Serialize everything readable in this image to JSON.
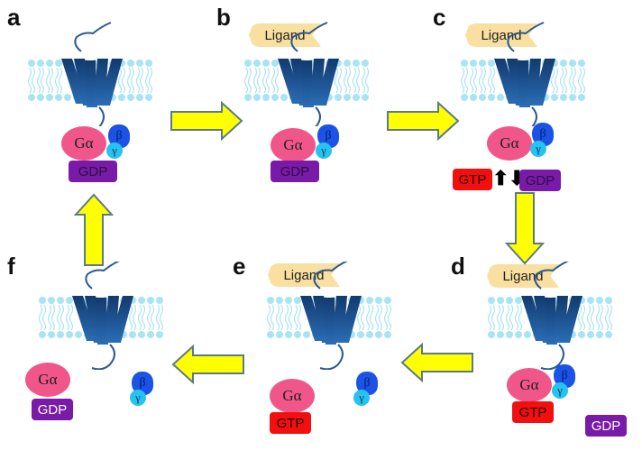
{
  "panels": [
    {
      "id": "a",
      "label": "a",
      "ga": "Gα",
      "nucleotide": "GDP",
      "beta": "β",
      "gamma": "γ"
    },
    {
      "id": "b",
      "label": "b",
      "ligand": "Ligand",
      "ga": "Gα",
      "nucleotide": "GDP",
      "beta": "β",
      "gamma": "γ"
    },
    {
      "id": "c",
      "label": "c",
      "ligand": "Ligand",
      "ga": "Gα",
      "gtp": "GTP",
      "gdp": "GDP",
      "beta": "β",
      "gamma": "γ",
      "up_arrow": "⬆",
      "down_arrow": "⬇"
    },
    {
      "id": "d",
      "label": "d",
      "ligand": "Ligand",
      "ga": "Gα",
      "nucleotide": "GTP",
      "released": "GDP",
      "beta": "β",
      "gamma": "γ"
    },
    {
      "id": "e",
      "label": "e",
      "ligand": "Ligand",
      "ga": "Gα",
      "nucleotide": "GTP",
      "beta": "β",
      "gamma": "γ"
    },
    {
      "id": "f",
      "label": "f",
      "ga": "Gα",
      "nucleotide": "GDP",
      "beta": "β",
      "gamma": "γ"
    }
  ],
  "colors": {
    "arrow_fill": "#ffff00",
    "arrow_stroke": "#5a7a8c",
    "membrane": "#a9e4f5",
    "receptor": "#1b4f8f",
    "ga": "#f0568a",
    "gdp": "#7a1aa8",
    "gtp": "#f20f0f",
    "beta": "#1b53e6",
    "gamma": "#27c3f0",
    "ligand": "#f9dfa0"
  }
}
